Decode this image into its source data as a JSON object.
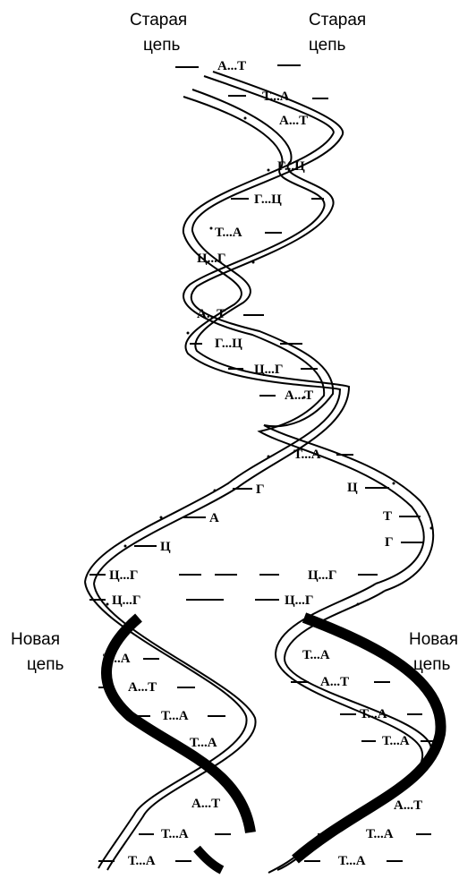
{
  "labels": {
    "old_left_1": "Старая",
    "old_left_2": "цепь",
    "old_right_1": "Старая",
    "old_right_2": "цепь",
    "new_left_1": "Новая",
    "new_left_2": "цепь",
    "new_right_1": "Новая",
    "new_right_2": "цепь"
  },
  "pairs": {
    "top": [
      "А...Т",
      "Т...А",
      "А...Т",
      "Г...Ц",
      "Г...Ц",
      "Т...А",
      "Ц...Г",
      "А...Т",
      "Г...Ц",
      "Ц...Г",
      "А...Т",
      "Т...А"
    ],
    "fork_left": [
      "Г",
      "А",
      "Ц"
    ],
    "fork_right": [
      "Ц",
      "Т",
      "Г"
    ],
    "fork_join_left": [
      "Ц...Г",
      "Ц...Г"
    ],
    "fork_join_right": [
      "Ц...Г",
      "Ц...Г"
    ],
    "left_daughter": [
      "Т...А",
      "А...Т",
      "Т...А",
      "Т...А",
      "А...Т",
      "Т...А",
      "Т...А"
    ],
    "right_daughter": [
      "Т...А",
      "А...Т",
      "Т...А",
      "Т...А",
      "А...Т",
      "Т...А",
      "Т...А"
    ]
  }
}
